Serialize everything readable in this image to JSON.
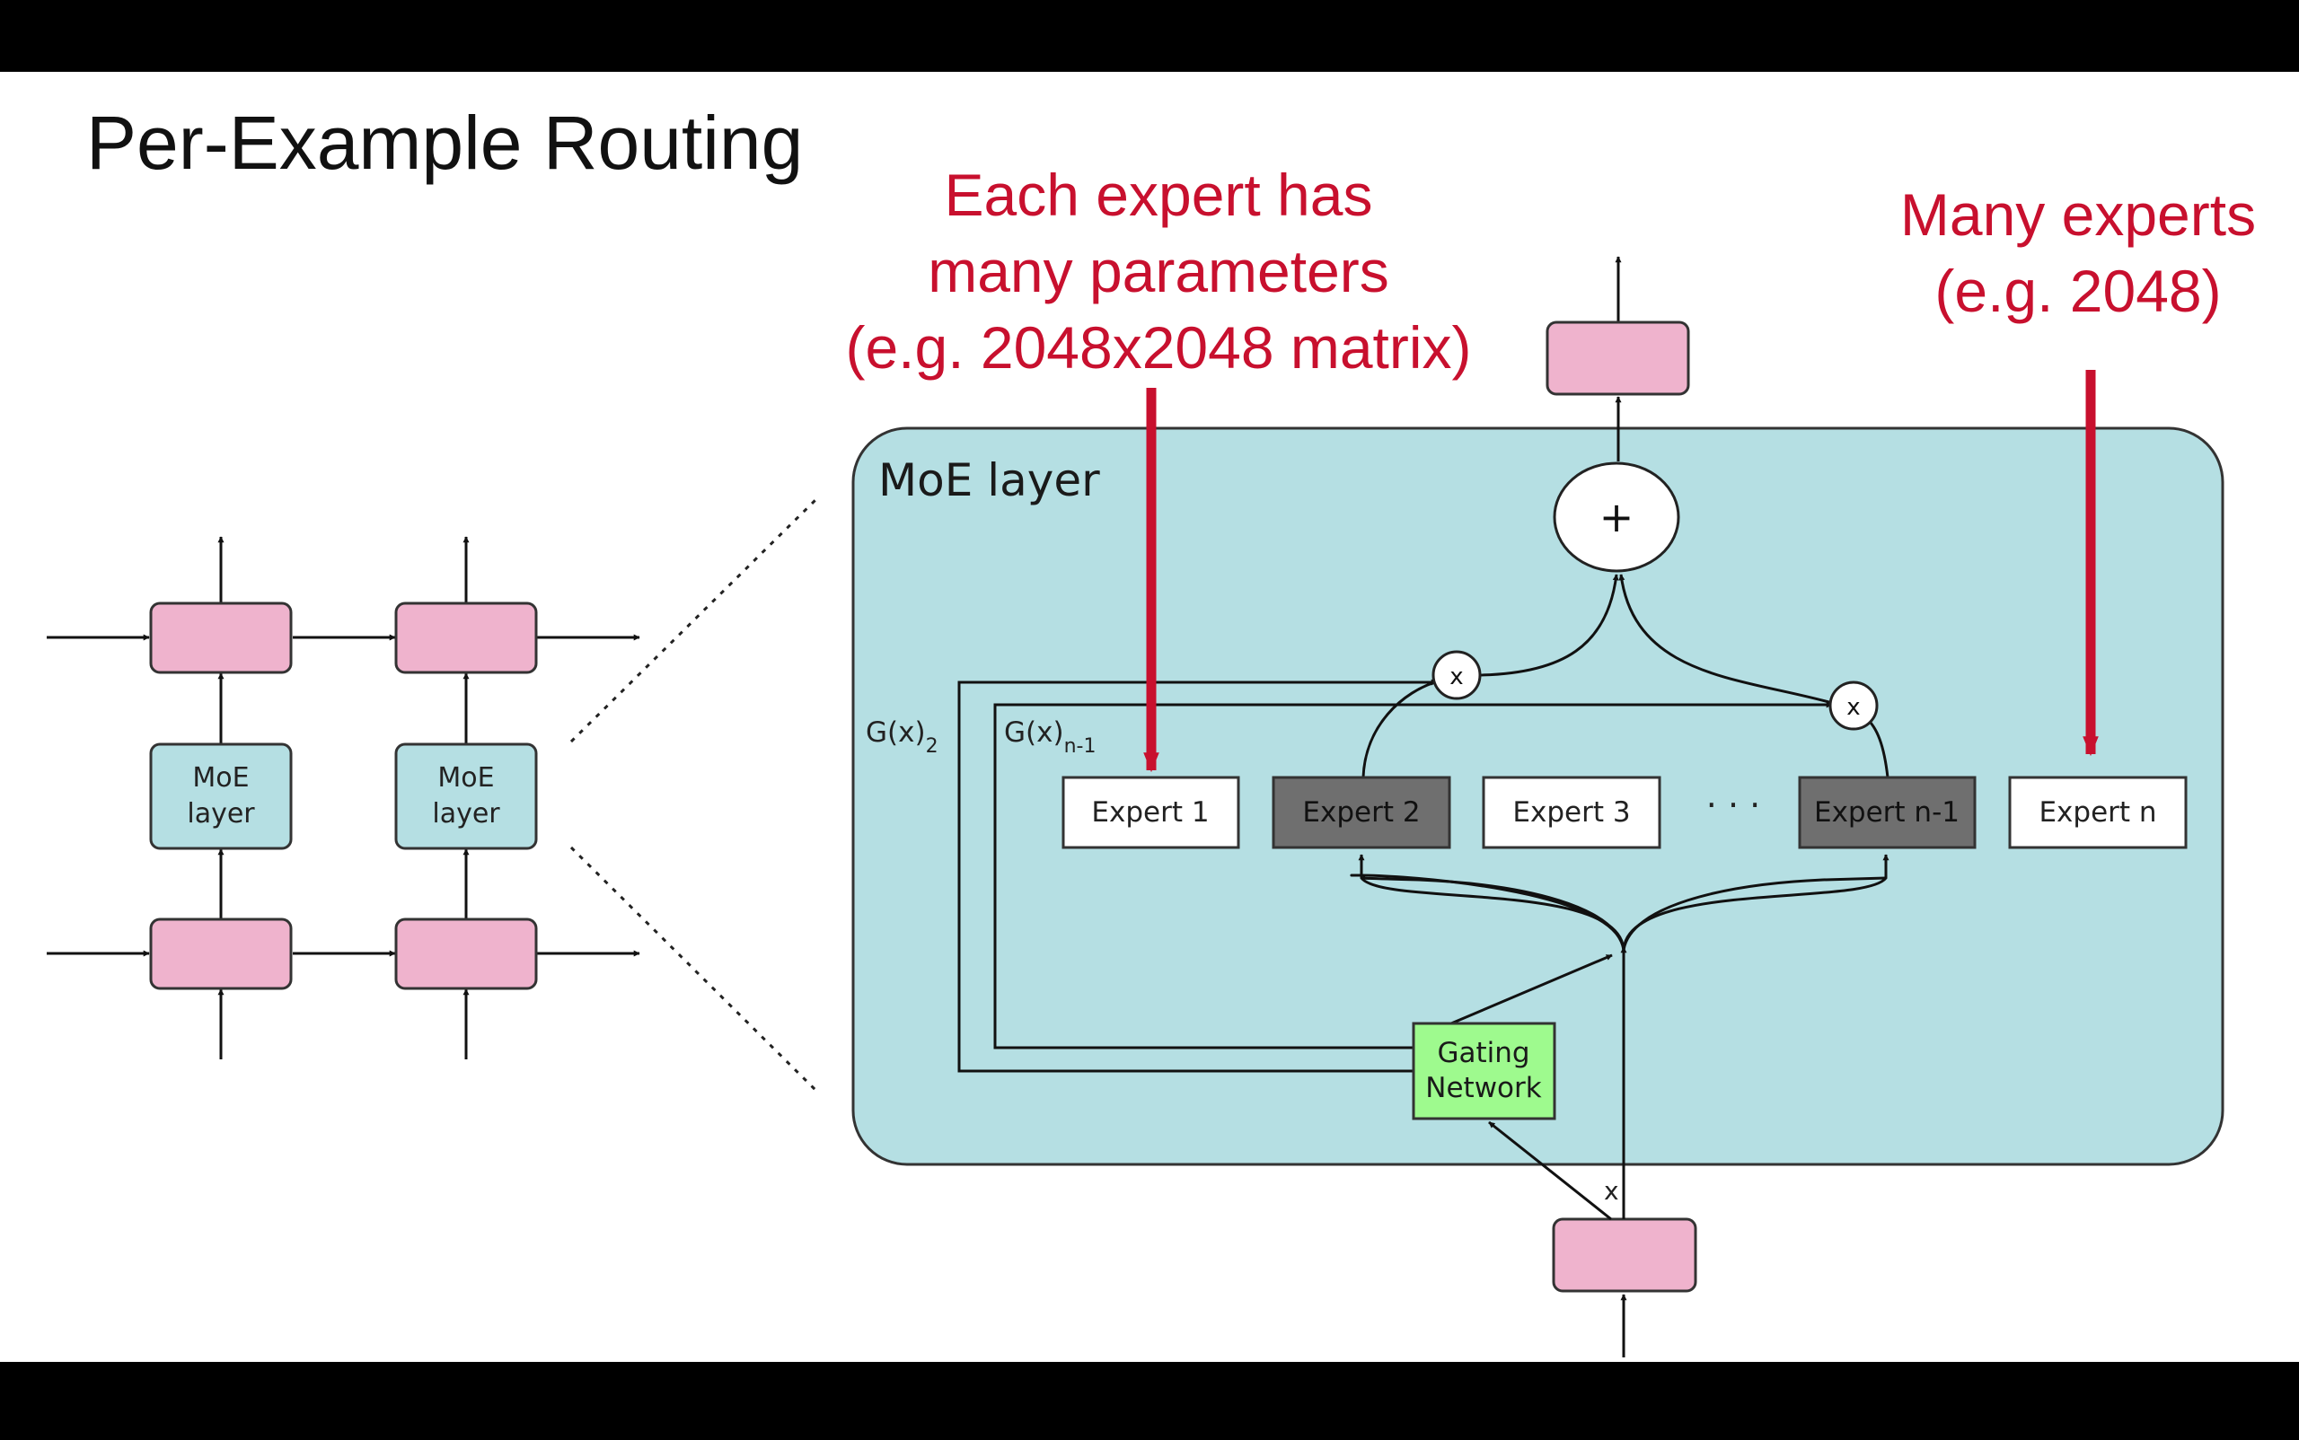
{
  "slide": {
    "title": "Per-Example Routing"
  },
  "annotations": {
    "each_expert": [
      "Each expert has",
      "many parameters",
      "(e.g. 2048x2048 matrix)"
    ],
    "many_experts": [
      "Many experts",
      "(e.g. 2048)"
    ],
    "accent_color": "#c8102e"
  },
  "left_stack": {
    "moe_label_line1": "MoE",
    "moe_label_line2": "layer"
  },
  "moe": {
    "title": "MoE layer",
    "plus": "+",
    "multiply": "x",
    "input_x": "x",
    "gating_line1": "Gating",
    "gating_line2": "Network",
    "g2_base": "G(x)",
    "g2_sub": "2",
    "gn_base": "G(x)",
    "gn_sub": "n-1",
    "dots": "· · ·",
    "experts": [
      "Expert 1",
      "Expert 2",
      "Expert 3",
      "Expert n-1",
      "Expert n"
    ],
    "active_experts": [
      "Expert 2",
      "Expert n-1"
    ]
  },
  "colors": {
    "pink": "#efb3cd",
    "teal": "#b5dfe3",
    "gating_green": "#9efa8e",
    "active_expert": "#6f6f6f",
    "page_bg": "#ffffff",
    "letterbox": "#000000"
  }
}
